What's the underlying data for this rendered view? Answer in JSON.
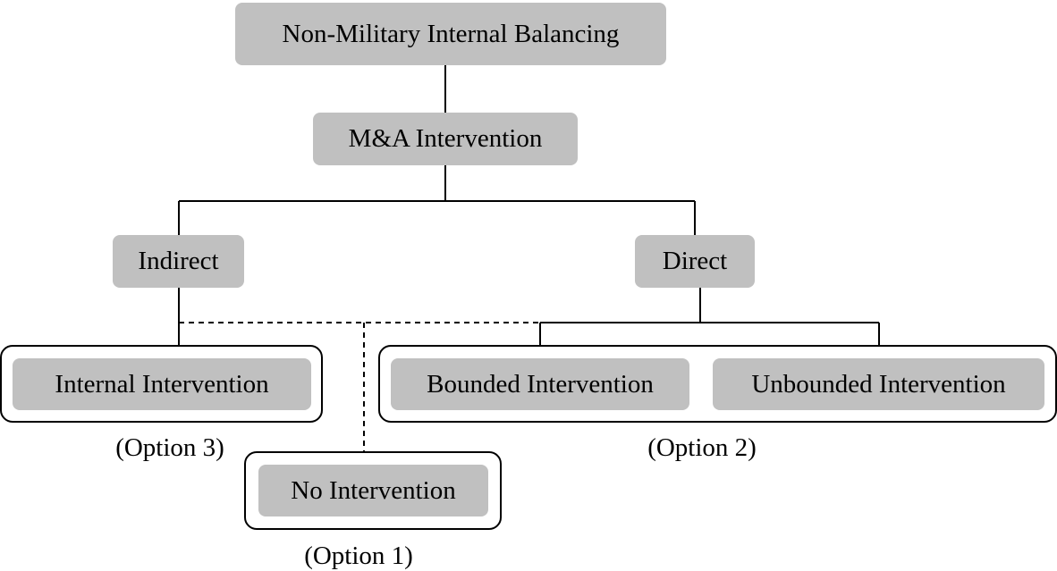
{
  "diagram": {
    "root": "Non-Military Internal Balancing",
    "level2": "M&A Intervention",
    "indirect": "Indirect",
    "direct": "Direct",
    "internal_intervention": "Internal Intervention",
    "bounded_intervention": "Bounded Intervention",
    "unbounded_intervention": "Unbounded Intervention",
    "no_intervention": "No Intervention",
    "option_1": "(Option 1)",
    "option_2": "(Option 2)",
    "option_3": "(Option 3)"
  },
  "colors": {
    "node_fill": "#c0c0c0",
    "line": "#000000",
    "background": "#ffffff"
  }
}
